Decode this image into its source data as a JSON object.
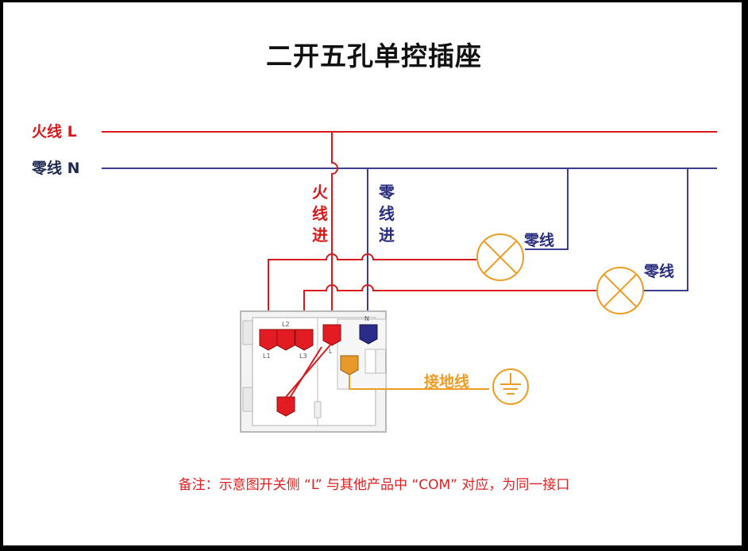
{
  "title": "二开五孔单控插座",
  "lines": {
    "live_label": "火线 L",
    "neutral_label": "零线 N"
  },
  "vertical_labels": {
    "live_in": [
      "火",
      "线",
      "进"
    ],
    "neutral_in": [
      "零",
      "线",
      "进"
    ]
  },
  "lamp_labels": {
    "lamp1_neutral": "零线",
    "lamp2_neutral": "零线"
  },
  "ground_label": "接地线",
  "terminal_labels": [
    "L1",
    "L2",
    "L3",
    "L",
    "N"
  ],
  "note": "备注：示意图开关侧 “L” 与其他产品中 “COM” 对应，为同一接口",
  "colors": {
    "live": "#d7191c",
    "neutral": "#3a3f8f",
    "ground": "#ef9c24",
    "terminal_blue": "#2b2b8a",
    "terminal_orange": "#e79a2a"
  }
}
